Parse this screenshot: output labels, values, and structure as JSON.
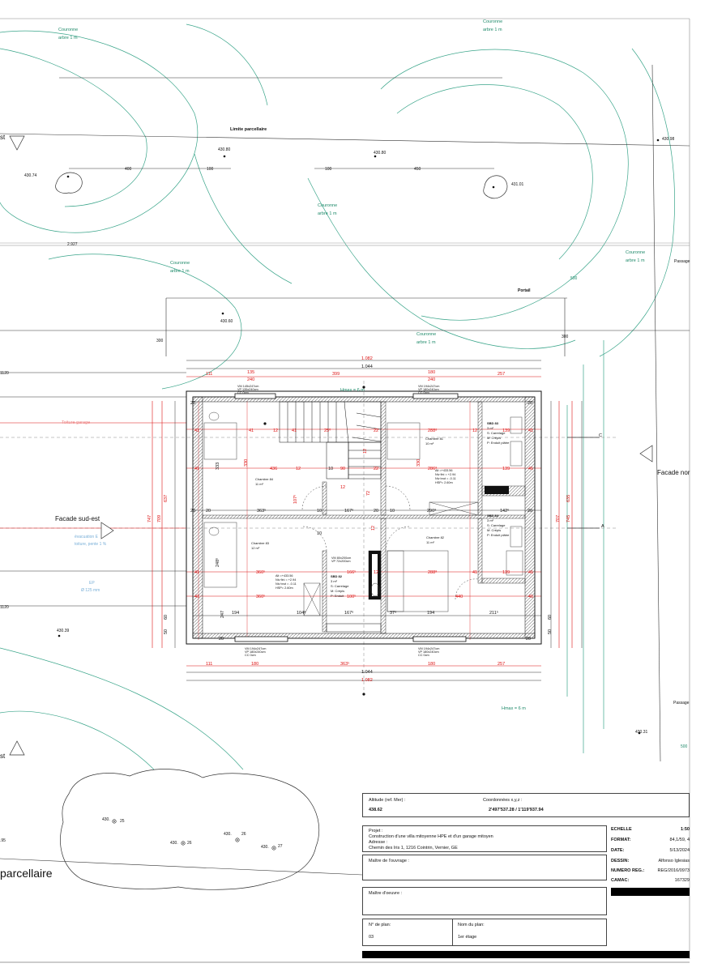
{
  "site": {
    "labels": {
      "couronne_1": "Couronne",
      "arbre_1": "arbre 1 m",
      "limite_parcellaire": "Limite parcellaire",
      "portail": "Portail",
      "passage_1": "Passage",
      "passage_2": "Passage",
      "toiture_garage": "Toiture garage",
      "facade_sud_est": "Facade sud-est",
      "facade_nord": "Facade nor",
      "evacuation": "évacuation E",
      "evac_note": "toiture, pente 1 %",
      "ep_label": "EP",
      "ep_note": "Ø 125 mm",
      "hmax_top": "Hmax = 6 m",
      "hmax_bottom": "Hmax = 6 m",
      "parcellaire_big": "parcellaire",
      "est_left_top": "st",
      "est_left_bottom": "st",
      "section_c": "C",
      "section_a": "A"
    },
    "altitudes": [
      "430.80",
      "430.80",
      "430.74",
      "431.01",
      "430.98",
      "430.60",
      "430.39",
      "430.31",
      ".95"
    ],
    "tree_alts": [
      {
        "a": "430.",
        "b": "25"
      },
      {
        "a": "430.",
        "b": "26"
      },
      {
        "a": "430.",
        "b": "26"
      },
      {
        "a": "430.",
        "b": "27"
      }
    ],
    "dims_site": [
      "400",
      "100",
      "100",
      "450",
      "2.927",
      "300",
      "300",
      "500",
      "500",
      "1120",
      "1120"
    ]
  },
  "plan": {
    "top_dims": {
      "total_outer": "1.082",
      "total_inner": "1.044",
      "segments": [
        "111",
        "399",
        "257"
      ],
      "win_dims_a": [
        "135",
        "240"
      ],
      "win_dims_b": [
        "180",
        "240"
      ]
    },
    "bottom_dims": {
      "segments": [
        "111",
        "180",
        "363⁵",
        "180",
        "257"
      ],
      "total_inner": "1.044",
      "total_outer": "1.082"
    },
    "windows_top": [
      {
        "vm": "VM  145x247cm",
        "vp": "VP  135x240cm",
        "cc": "CC  0cm"
      },
      {
        "vm": "VM  194x247cm",
        "vp": "VP  180x240cm",
        "cc": "CC  0cm"
      }
    ],
    "windows_bottom": [
      {
        "vm": "VM  194x247cm",
        "vp": "VP  180x240cm",
        "cc": "CC  0cm"
      },
      {
        "vm": "VM  194x247cm",
        "vp": "VP  180x240cm",
        "cc": "CC  0cm"
      }
    ],
    "rooms": [
      {
        "name": "Chambre 84",
        "area": "11 m²"
      },
      {
        "name": "Chambre 81",
        "area": "10 m²"
      },
      {
        "name": "Chambre 83",
        "area": "12 m²"
      },
      {
        "name": "Chambre 82",
        "area": "11 m²"
      }
    ],
    "sbd": [
      {
        "name": "SBD 83",
        "area": "3 m²",
        "s": "S: Carrelage",
        "m": "M: Crépis",
        "p": "P: Enduit plâtre"
      },
      {
        "name": "SBD 84",
        "area": "3 m²",
        "s": "S: Carrelage",
        "m": "M: Crépis",
        "p": "P: Enduit plâtre"
      },
      {
        "name": "SBD 82",
        "area": "3 m²",
        "s": "S: Carrelage",
        "m": "M: Crépis",
        "p": "P: Enduit"
      }
    ],
    "alt_notes": [
      {
        "l1": "Alt =+433.56",
        "l2": "Niv fini = +2.94",
        "l3": "Niv brut = -0.11",
        "l4": "HSP= 2.60m"
      },
      {
        "l1": "Alt =+433.56",
        "l2": "Niv fini = +2.94",
        "l3": "Niv brut = -0.11",
        "l4": "HSP= 2.60m"
      }
    ],
    "red_dims": [
      "41",
      "41",
      "12",
      "41",
      "25⁰",
      "22",
      "288⁸",
      "12",
      "139",
      "41",
      "41",
      "330",
      "436",
      "12",
      "90",
      "22",
      "330",
      "286⁸",
      "333",
      "139",
      "41",
      "12",
      "72",
      "107⁶",
      "288⁸",
      "12",
      "12",
      "41",
      "41",
      "360⁵",
      "166⁵",
      "12",
      "288⁸",
      "41",
      "139",
      "41",
      "360⁵",
      "100⁵",
      "440",
      "41",
      "12",
      "747",
      "709",
      "637",
      "707",
      "745",
      "635"
    ],
    "black_dims": [
      "20",
      "20",
      "20",
      "363⁵",
      "167⁶",
      "20",
      "290⁸",
      "142⁶",
      "20",
      "20",
      "10",
      "10",
      "10",
      "10",
      "194",
      "104⁸",
      "167⁶",
      "37⁶",
      "194",
      "211⁵",
      "247",
      "248⁶",
      "333",
      "60",
      "50",
      "60",
      "50",
      "20",
      "20"
    ],
    "door_tags": [
      "VM  80x200cm",
      "VP  72x200cm",
      "VM  80x206cm",
      "VP  72x200cm"
    ]
  },
  "title_block": {
    "altitude_label": "Altitude (ref. Mer) :",
    "altitude_value": "438.62",
    "coords_label": "Coordonnées x,y,z :",
    "coords_value": "2'497'537.28 / 1'119'937.94",
    "projet_label": "Projet :",
    "projet_value": "Construction d'une villa mitoyenne HPE et d'un garage mitoyen",
    "adresse_label": "Adresse :",
    "adresse_value": "Chemin des Iris 1, 1216 Cointrin, Vernier, GE",
    "maitre_ouvrage_label": "Maître de l'ouvrage :",
    "maitre_oeuvre_label": "Maître d'oeuvre :",
    "echelle_label": "ECHELLE",
    "echelle_value": "1:50",
    "format_label": "FORMAT:",
    "format_value": "84,1/59, 4",
    "date_label": "DATE:",
    "date_value": "5/13/2024",
    "dessin_label": "DESSIN:",
    "dessin_value": "Alfonso Iglesias",
    "numero_label": "NUMERO  REG.:",
    "numero_value": "REG/2016/0973",
    "camac_label": "CAMAC:",
    "camac_value": "167329",
    "nplan_label": "N° de plan:",
    "nplan_value": "03",
    "nomplan_label": "Nom du plan:",
    "nomplan_value": "1er étage"
  },
  "colors": {
    "dim_red": "#dd1111",
    "tree_green": "#1f8a6a",
    "line_black": "#111111",
    "hatch_gray": "#777777"
  }
}
